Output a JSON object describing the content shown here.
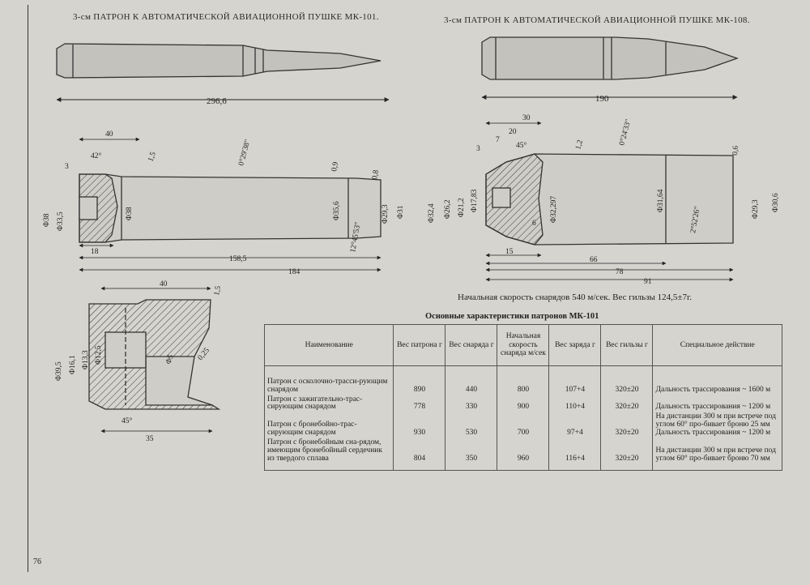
{
  "titles": {
    "mk101": "3-см ПАТРОН К АВТОМАТИЧЕСКОЙ АВИАЦИОННОЙ ПУШКЕ МК-101.",
    "mk108": "3-см ПАТРОН К АВТОМАТИЧЕСКОЙ АВИАЦИОННОЙ ПУШКЕ МК-108."
  },
  "dims_mk101": {
    "overall": "296,6",
    "d40": "40",
    "d3": "3",
    "angle42": "42°",
    "d15": "1,5",
    "taper": "0°29'38\"",
    "d09": "0,9",
    "d08": "0,8",
    "phi38": "Φ38",
    "phi335": "Φ33,5",
    "phi38b": "Φ38",
    "phi356": "Φ35,6",
    "phi293": "Φ29,3",
    "phi31": "Φ31",
    "d18": "18",
    "d1585": "158,5",
    "d184": "184",
    "angle12": "12°45'53\""
  },
  "dims_mk108": {
    "overall": "190",
    "d30": "30",
    "d20": "20",
    "d7": "7",
    "d45": "45°",
    "d3": "3",
    "d12": "1,2",
    "taper": "0°24'33\"",
    "d06": "0,6",
    "phi324": "Φ32,4",
    "phi262": "Φ26,2",
    "phi212": "Φ21,2",
    "phi1783": "Φ17,83",
    "phi32297": "Φ32,297",
    "phi3164": "Φ31,64",
    "phi293": "Φ29,3",
    "phi306": "Φ30,6",
    "d15": "15",
    "d66": "66",
    "d78": "78",
    "d91": "91",
    "angle": "2°52'26\"",
    "phi6": "6"
  },
  "dims_detail": {
    "d40": "40",
    "d15": "1,5",
    "phi395": "Φ39,5",
    "phi161": "Φ16,1",
    "phi133": "Φ13,3",
    "phi125": "Φ12,5",
    "phi5": "Φ5",
    "angle45": "45°",
    "d35": "35",
    "d025": "0,25"
  },
  "caption": "Начальная скорость снарядов 540 м/сек. Вес гильзы 124,5±7г.",
  "table": {
    "title": "Основные характеристики патронов МК-101",
    "headers": [
      "Наименование",
      "Вес патрона г",
      "Вес снаряда г",
      "Начальная скорость снаряда м/сек",
      "Вес заряда г",
      "Вес гильзы г",
      "Специальное действие"
    ],
    "rows": [
      {
        "name": "Патрон с осколочно-трасси-рующим снарядом",
        "cartridge": "890",
        "projectile": "440",
        "velocity": "800",
        "charge": "107+4",
        "case": "320±20",
        "effect": "Дальность трассирования ~ 1600 м"
      },
      {
        "name": "Патрон с зажигательно-трас-сирующим снарядом",
        "cartridge": "778",
        "projectile": "330",
        "velocity": "900",
        "charge": "110+4",
        "case": "320±20",
        "effect": "Дальность трассирования ~ 1200 м"
      },
      {
        "name": "Патрон с бронебойно-трас-сирующим снарядом",
        "cartridge": "930",
        "projectile": "530",
        "velocity": "700",
        "charge": "97+4",
        "case": "320±20",
        "effect": "На дистанции 300 м при встрече под углом 60° про-бивает броню 25 мм Дальность трассирования ~ 1200 м"
      },
      {
        "name": "Патрон с бронебойным сна-рядом, имеющим бронебойный сердечник из твердого сплава",
        "cartridge": "804",
        "projectile": "350",
        "velocity": "960",
        "charge": "116+4",
        "case": "320±20",
        "effect": "На дистанции 300 м при встрече под углом 60° про-бивает броню 70 мм"
      }
    ]
  },
  "page_number": "76"
}
